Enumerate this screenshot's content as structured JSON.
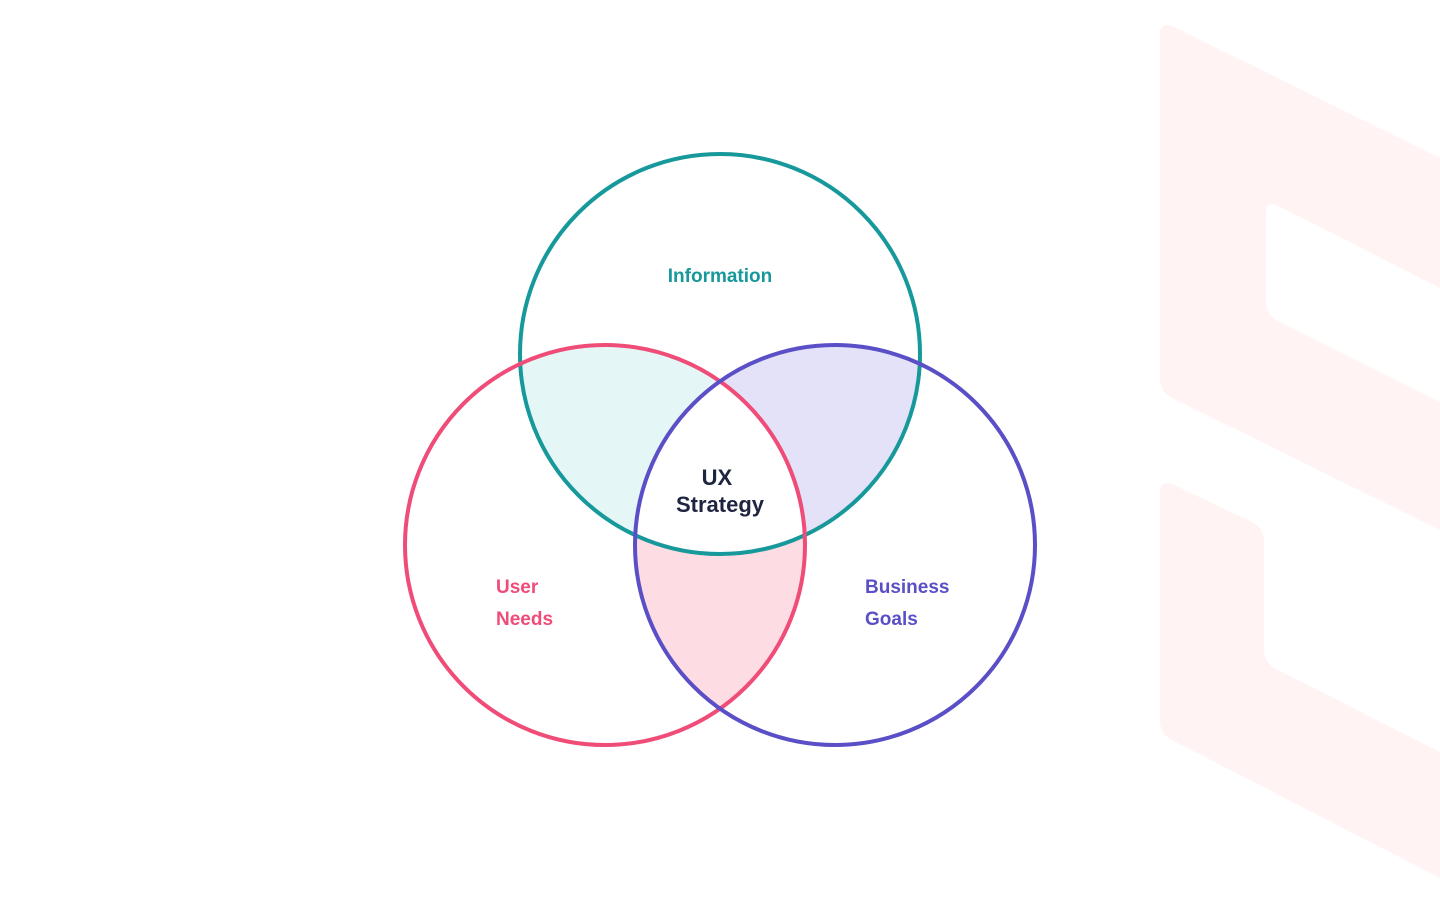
{
  "diagram": {
    "type": "venn",
    "center_label": [
      "UX",
      "Strategy"
    ],
    "sets": [
      {
        "id": "information",
        "label": [
          "Information"
        ],
        "stroke": "#17999b"
      },
      {
        "id": "user-needs",
        "label": [
          "User",
          "Needs"
        ],
        "stroke": "#ef4c78"
      },
      {
        "id": "business-goals",
        "label": [
          "Business",
          "Goals"
        ],
        "stroke": "#5a4fc6"
      }
    ],
    "overlap_fills": {
      "information_user_needs": "#e4f7f6",
      "information_business_goals": "#e4e2f8",
      "user_needs_business_goals": "#fddde3"
    },
    "watermark_color": "#fff4f3"
  }
}
